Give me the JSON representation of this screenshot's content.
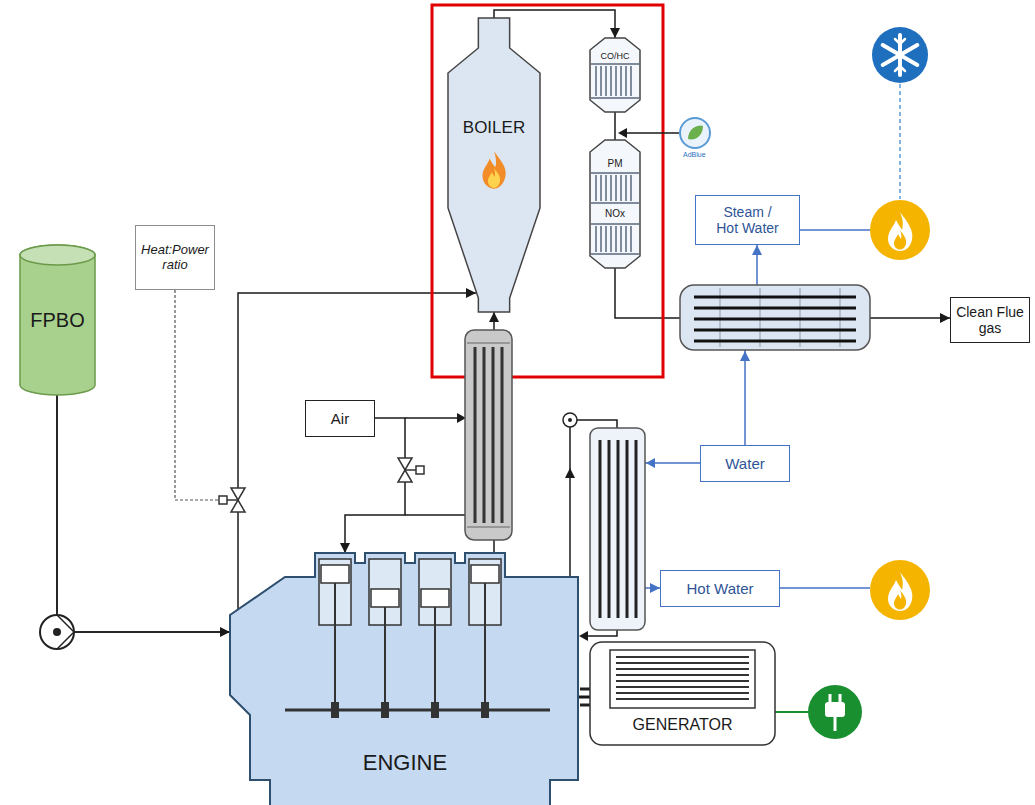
{
  "diagram": {
    "nodes": [
      {
        "text": [
          "BOILER"
        ]
      },
      {
        "text": [
          "CO/HC"
        ]
      },
      {
        "text": [
          "PM",
          "NOx"
        ]
      },
      {
        "text": [
          "Steam / Hot Water"
        ]
      },
      {
        "text": [
          "FPBO"
        ]
      },
      {
        "text": [
          "Heat:Power ratio"
        ]
      },
      {
        "text": [
          "Clean Flue gas"
        ]
      },
      {
        "text": [
          "Air"
        ]
      },
      {
        "text": [
          "Water"
        ]
      },
      {
        "text": [
          "Hot Water"
        ]
      },
      {
        "text": [
          "ENGINE"
        ]
      },
      {
        "text": [
          "GENERATOR"
        ]
      }
    ],
    "edges": [
      {
        "from": 4,
        "to": 10,
        "arrow": "to"
      },
      {
        "from": 4,
        "to": 0,
        "arrow": "to"
      },
      {
        "from": 7,
        "to": 10,
        "arrow": "to"
      },
      {
        "from": 10,
        "to": 0,
        "arrow": "to"
      },
      {
        "from": 0,
        "to": 1,
        "arrow": "to"
      },
      {
        "from": 1,
        "to": 2,
        "arrow": "none"
      },
      {
        "from": 2,
        "to": 6,
        "arrow": "to"
      },
      {
        "from": 8,
        "to": 3,
        "arrow": "to"
      },
      {
        "from": 8,
        "to": 9,
        "arrow": "to"
      },
      {
        "from": 10,
        "to": 11,
        "arrow": "none"
      }
    ],
    "labels": [
      "AdBlue"
    ]
  }
}
